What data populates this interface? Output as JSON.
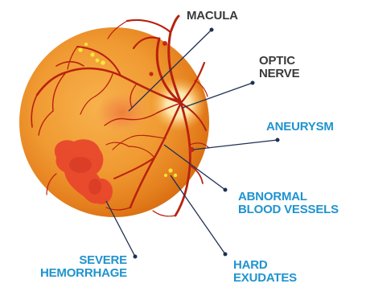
{
  "labels": {
    "macula": [
      "MACULA"
    ],
    "optic_nerve": [
      "OPTIC",
      "NERVE"
    ],
    "aneurysm": [
      "ANEURYSM"
    ],
    "abnormal_vessels": [
      "ABNORMAL",
      "BLOOD VESSELS"
    ],
    "hard_exudates": [
      "HARD",
      "EXUDATES"
    ],
    "severe_hemorrhage": [
      "SEVERE",
      "HEMORRHAGE"
    ]
  },
  "colors": {
    "retina_outer": "#e07b1a",
    "retina_inner": "#f5a640",
    "optic_disc": "#fde9b2",
    "vessel": "#b8210f",
    "hemorrhage": "#e8452c",
    "exudate": "#f7e53a",
    "leader_line": "#1f2f55",
    "label_dark": "#3a3a3a",
    "label_blue": "#1f93cf"
  }
}
